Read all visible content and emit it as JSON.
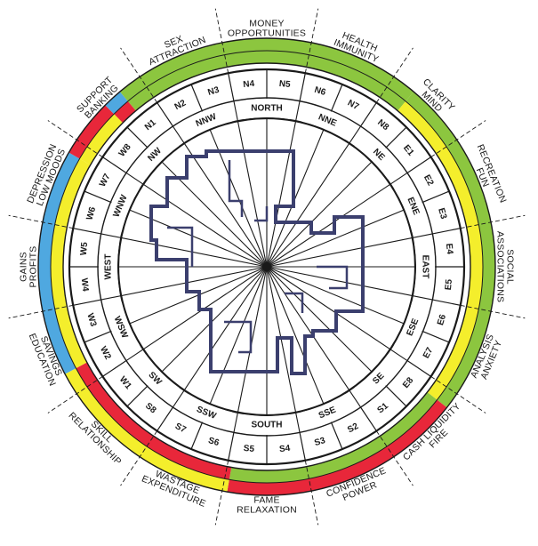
{
  "colors": {
    "background": "#ffffff",
    "line": "#1a1a1a",
    "green": "#8cc63f",
    "yellow": "#f4ee2c",
    "blue": "#4fa8e0",
    "red": "#e8273a",
    "plan": "#3b3f6e"
  },
  "zones": [
    {
      "lines": [
        "MONEY",
        "OPPORTUNITIES"
      ]
    },
    {
      "lines": [
        "HEALTH",
        "IMMUNITY"
      ]
    },
    {
      "lines": [
        "CLARITY",
        "MIND"
      ]
    },
    {
      "lines": [
        "RECREATION",
        "FUN"
      ]
    },
    {
      "lines": [
        "SOCIAL",
        "ASSOCIATIONS"
      ]
    },
    {
      "lines": [
        "ANXIETY",
        "ANALYSIS"
      ]
    },
    {
      "lines": [
        "FIRE",
        "CASH LIQUIDITY"
      ]
    },
    {
      "lines": [
        "POWER",
        "CONFIDENCE"
      ]
    },
    {
      "lines": [
        "RELAXATION",
        "FAME"
      ]
    },
    {
      "lines": [
        "EXPENDITURE",
        "WASTAGE"
      ]
    },
    {
      "lines": [
        "RELATIONSHIP",
        "SKILL"
      ]
    },
    {
      "lines": [
        "EDUCATION",
        "SAVINGS"
      ]
    },
    {
      "lines": [
        "GAINS",
        "PROFITS"
      ]
    },
    {
      "lines": [
        "DEPRESSION",
        "LOW MOODS"
      ]
    },
    {
      "lines": [
        "SUPPORT",
        "BANKING"
      ]
    },
    {
      "lines": [
        "SEX",
        "ATTRACTION"
      ]
    }
  ],
  "padas": [
    "N5",
    "N6",
    "N7",
    "N8",
    "E1",
    "E2",
    "E3",
    "E4",
    "E5",
    "E6",
    "E7",
    "E8",
    "S1",
    "S2",
    "S3",
    "S4",
    "S5",
    "S6",
    "S7",
    "S8",
    "W1",
    "W2",
    "W3",
    "W4",
    "W5",
    "W6",
    "W7",
    "W8",
    "N1",
    "N2",
    "N3",
    "N4"
  ],
  "directions": [
    "NORTH",
    "NNE",
    "NE",
    "ENE",
    "EAST",
    "ESE",
    "SE",
    "SSE",
    "SOUTH",
    "SSW",
    "SW",
    "WSW",
    "WEST",
    "WNW",
    "NW",
    "NNW"
  ],
  "color_arcs": [
    {
      "ring": "outer",
      "from": -40,
      "to": 40,
      "color": "green"
    },
    {
      "ring": "inner",
      "from": -40,
      "to": 40,
      "color": "green"
    },
    {
      "ring": "outer",
      "from": 40,
      "to": 128,
      "color": "green"
    },
    {
      "ring": "inner",
      "from": 40,
      "to": 128,
      "color": "yellow"
    },
    {
      "ring": "outer",
      "from": 128,
      "to": 190,
      "color": "red"
    },
    {
      "ring": "inner",
      "from": 128,
      "to": 190,
      "color": "green"
    },
    {
      "ring": "outer",
      "from": 190,
      "to": 242,
      "color": "yellow"
    },
    {
      "ring": "inner",
      "from": 190,
      "to": 242,
      "color": "red"
    },
    {
      "ring": "outer",
      "from": 242,
      "to": 300,
      "color": "blue"
    },
    {
      "ring": "inner",
      "from": 242,
      "to": 300,
      "color": "yellow"
    },
    {
      "ring": "outer",
      "from": 300,
      "to": 315,
      "color": "red"
    },
    {
      "ring": "inner",
      "from": 300,
      "to": 315,
      "color": "yellow"
    },
    {
      "ring": "outer",
      "from": 315,
      "to": 320,
      "color": "blue"
    },
    {
      "ring": "inner",
      "from": 315,
      "to": 320,
      "color": "red"
    }
  ]
}
